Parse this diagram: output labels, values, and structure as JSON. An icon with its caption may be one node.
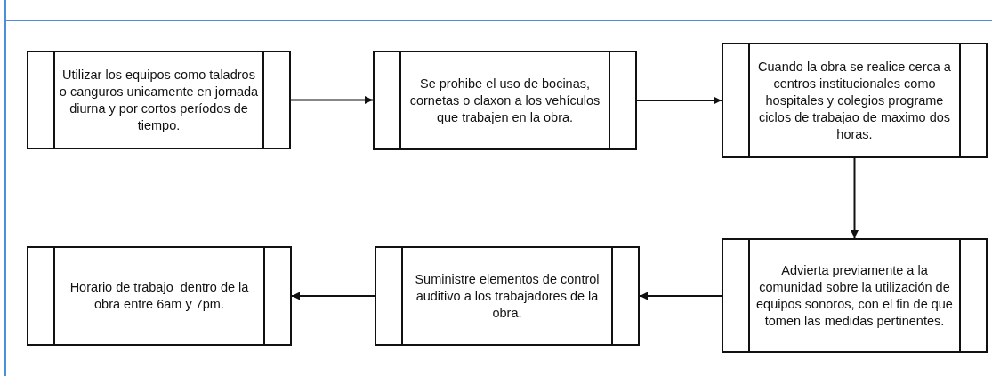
{
  "diagram": {
    "nodes": [
      {
        "text": [
          "Utilizar los equipos como taladros o canguros unicamente en jornada diurna y por cortos períodos de tiempo."
        ]
      },
      {
        "text": [
          "Se prohibe el uso de bocinas, cornetas o claxon a los vehículos que trabajen en la obra."
        ]
      },
      {
        "text": [
          "Cuando la obra se realice cerca a centros institucionales como hospitales y colegios programe ciclos de trabajao de maximo dos horas."
        ]
      },
      {
        "text": [
          "Advierta previamente a la comunidad sobre la utilización de equipos sonoros, con el fin de que tomen las medidas pertinentes."
        ]
      },
      {
        "text": [
          "Suministre elementos de control auditivo a los trabajadores de la obra."
        ]
      },
      {
        "text": [
          "Horario de trabajo  dentro de la obra entre 6am y 7pm."
        ]
      }
    ],
    "edges": [
      {
        "from": 0,
        "to": 1,
        "arrow": "to"
      },
      {
        "from": 1,
        "to": 2,
        "arrow": "to"
      },
      {
        "from": 2,
        "to": 3,
        "arrow": "to"
      },
      {
        "from": 3,
        "to": 4,
        "arrow": "to"
      },
      {
        "from": 4,
        "to": 5,
        "arrow": "to"
      }
    ]
  }
}
